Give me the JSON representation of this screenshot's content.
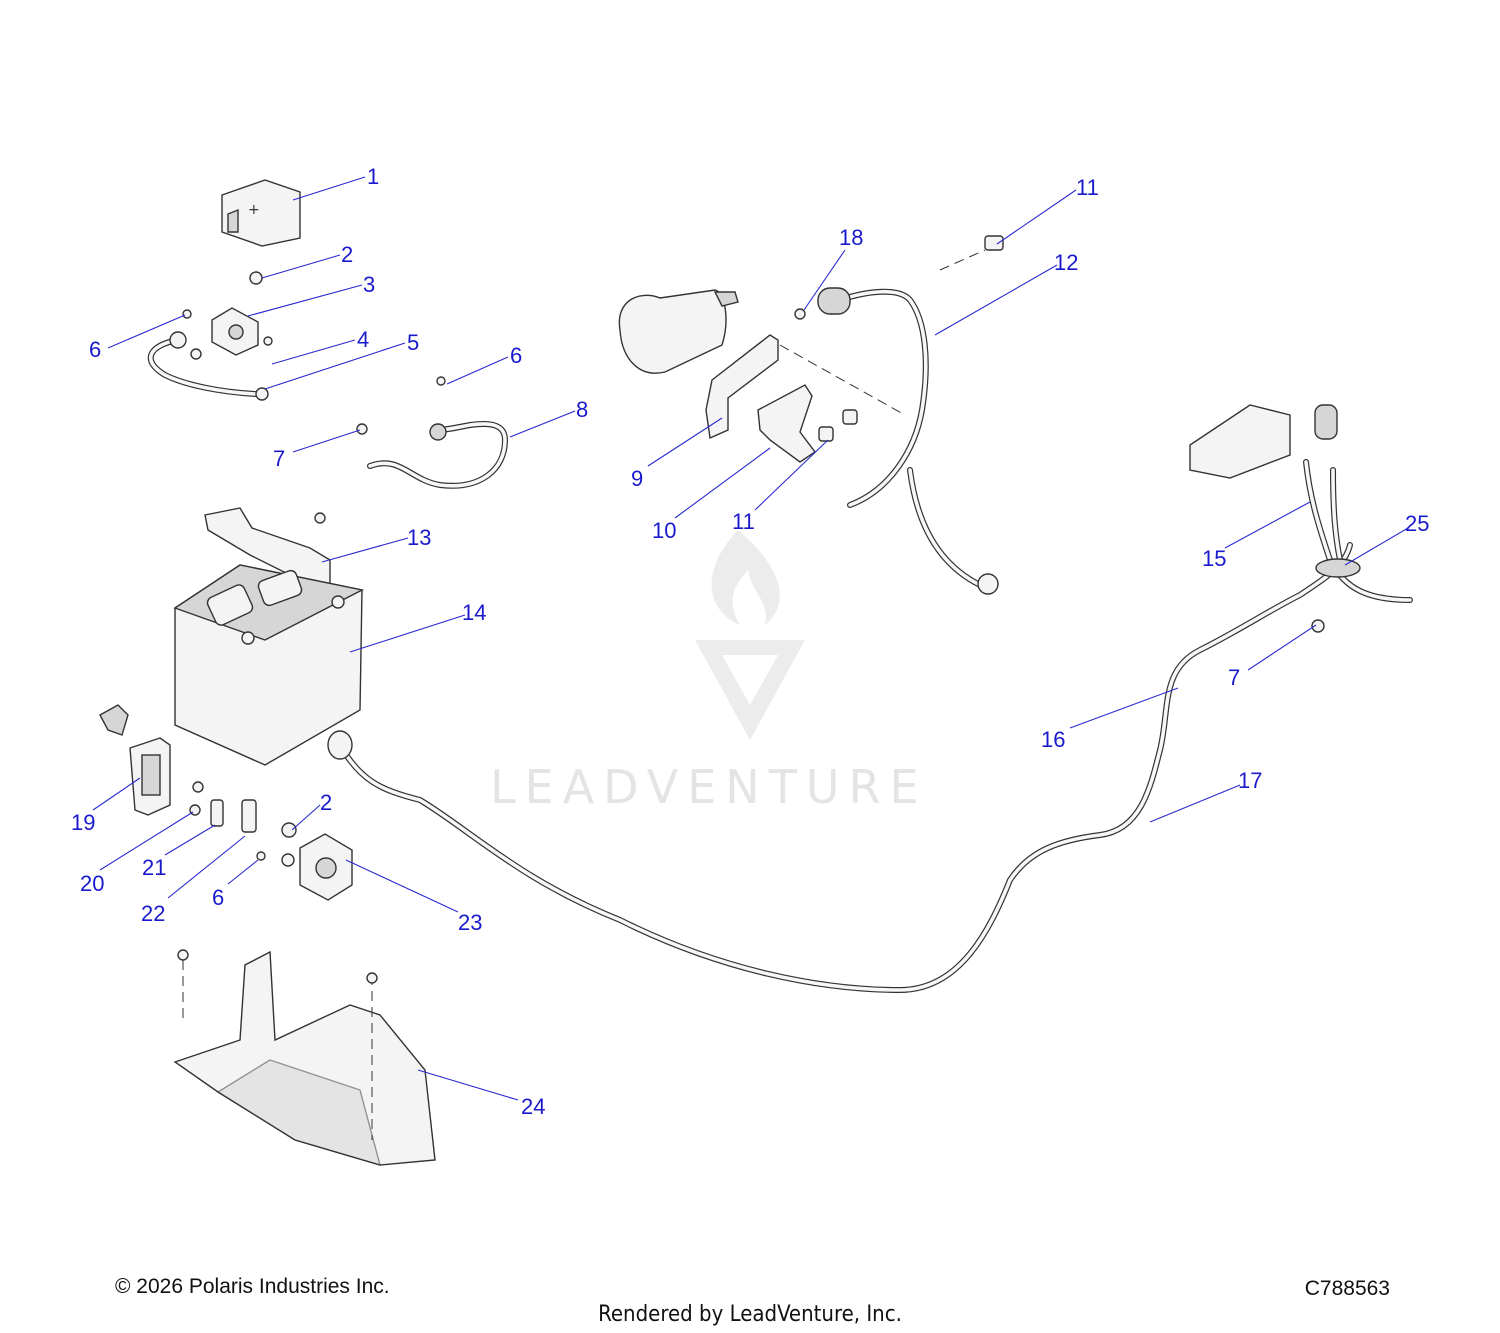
{
  "watermark": {
    "text": "LEADVENTURE"
  },
  "callouts": [
    {
      "id": "c1",
      "label": "1"
    },
    {
      "id": "c2a",
      "label": "2"
    },
    {
      "id": "c3",
      "label": "3"
    },
    {
      "id": "c6a",
      "label": "6"
    },
    {
      "id": "c4",
      "label": "4"
    },
    {
      "id": "c5",
      "label": "5"
    },
    {
      "id": "c6b",
      "label": "6"
    },
    {
      "id": "c7a",
      "label": "7"
    },
    {
      "id": "c8",
      "label": "8"
    },
    {
      "id": "c18",
      "label": "18"
    },
    {
      "id": "c11a",
      "label": "11"
    },
    {
      "id": "c12",
      "label": "12"
    },
    {
      "id": "c9",
      "label": "9"
    },
    {
      "id": "c10",
      "label": "10"
    },
    {
      "id": "c11b",
      "label": "11"
    },
    {
      "id": "c13",
      "label": "13"
    },
    {
      "id": "c14",
      "label": "14"
    },
    {
      "id": "c15",
      "label": "15"
    },
    {
      "id": "c25",
      "label": "25"
    },
    {
      "id": "c7b",
      "label": "7"
    },
    {
      "id": "c16",
      "label": "16"
    },
    {
      "id": "c17",
      "label": "17"
    },
    {
      "id": "c19",
      "label": "19"
    },
    {
      "id": "c20",
      "label": "20"
    },
    {
      "id": "c21",
      "label": "21"
    },
    {
      "id": "c22",
      "label": "22"
    },
    {
      "id": "c2b",
      "label": "2"
    },
    {
      "id": "c6c",
      "label": "6"
    },
    {
      "id": "c23",
      "label": "23"
    },
    {
      "id": "c24",
      "label": "24"
    }
  ],
  "footer": {
    "copyright": "© 2026 Polaris Industries Inc.",
    "diagram_id": "C788563",
    "rendered_by": "Rendered by LeadVenture, Inc."
  },
  "colors": {
    "callout": "#1a1acc",
    "line": "#333333",
    "watermark": "#e4e4e4"
  }
}
